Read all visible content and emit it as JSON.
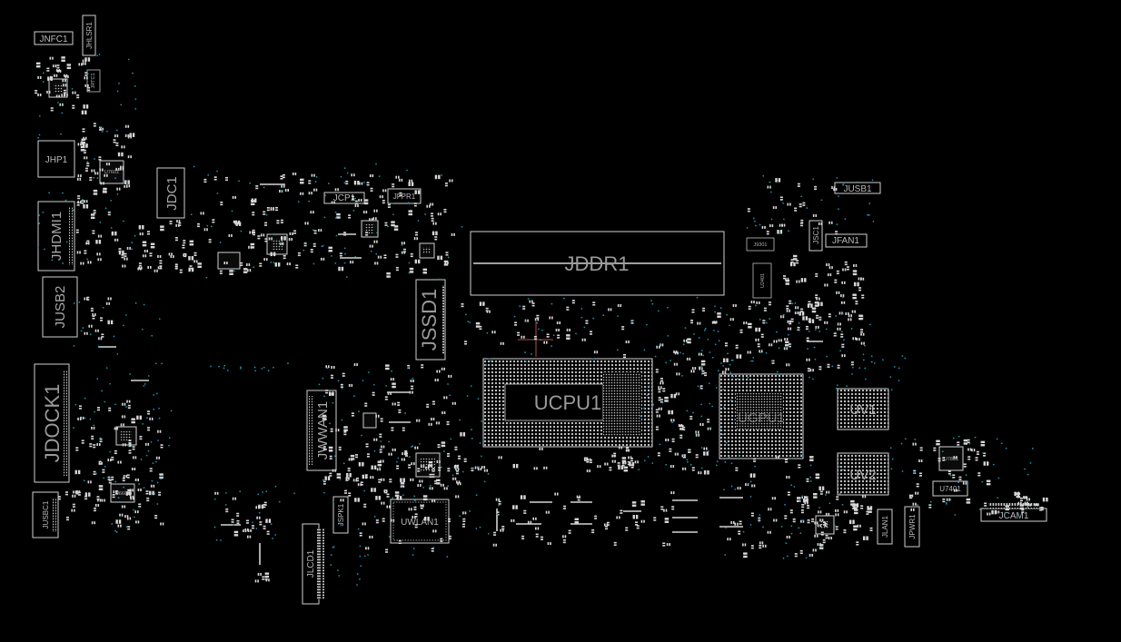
{
  "labels": {
    "jnfc1": "JNFC1",
    "jlsr1": "JHLSR1",
    "jrtc1": "JRTC1",
    "jhp1": "JHP1",
    "u7601": "U7601",
    "jdc1": "JDC1",
    "jhdmi1": "JHDMI1",
    "jusb2": "JUSB2",
    "jdock1": "JDOCK1",
    "jusbc1": "JUSBC1",
    "u6601": "U6601",
    "jcp1": "JCP1",
    "jfpr1": "JFPR1",
    "jddr1": "JDDR1",
    "jssd1": "JSSD1",
    "ucpu1": "UCPU1",
    "jwwan1": "JWWAN1",
    "jspk1": "JSPK1",
    "jlcd1": "JLCD1",
    "uwlan1": "UWLAN1",
    "ugpu1": "UGPU1",
    "uv1": "UV1",
    "uv2": "UV2",
    "jusb1": "JUSB1",
    "jsc1": "JSC1",
    "jfan1": "JFAN1",
    "j9301": "J9301",
    "u2401": "U2401",
    "jlan1": "JLAN1",
    "jpwr1": "JPWR1",
    "u7801": "U7801",
    "u7401": "U7401",
    "jcam1": "JCAM1"
  },
  "colors": {
    "background": "#000000",
    "outline": "#cfcfcf",
    "via": "#1e8fa8",
    "label": "#a8a8a8",
    "cursor": "#b84a4a"
  }
}
